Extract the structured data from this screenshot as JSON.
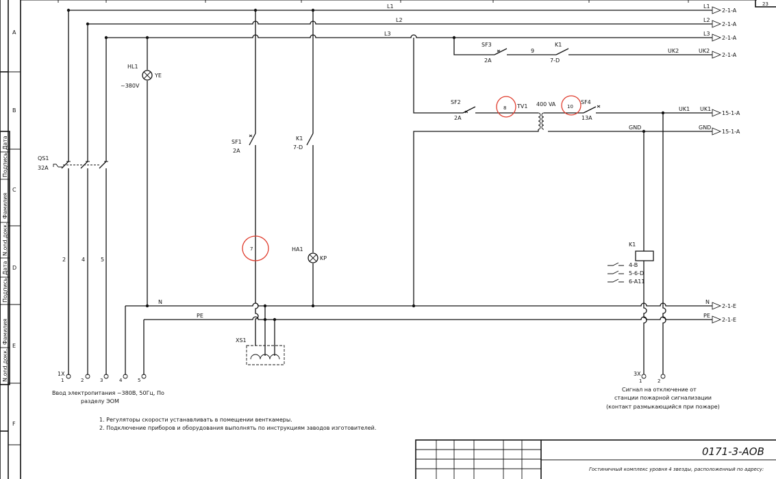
{
  "sheet": {
    "page_no": "23",
    "rows": [
      "A",
      "B",
      "C",
      "D",
      "E",
      "F"
    ],
    "side_stamp": [
      "Дата",
      "Подпись",
      "Фамилия",
      "N.ond.докк.",
      "Дата",
      "Подпись",
      "Фамилия",
      "N.ond.докк."
    ]
  },
  "buses": {
    "L1": "L1",
    "L2": "L2",
    "L3": "L3",
    "N": "N",
    "PE": "PE",
    "UK1": "UK1",
    "UK2": "UK2",
    "GND": "GND"
  },
  "refs": {
    "r_2_1_A": "2-1-A",
    "r_15_1_A": "15-1-A",
    "r_2_1_E": "2-1-E"
  },
  "components": {
    "HL1": "HL1",
    "YE": "YE",
    "v380": "~380V",
    "QS1": "QS1",
    "QS1_rating": "32A",
    "SF1": "SF1",
    "SF1_rating": "2A",
    "K1_contact": "K1",
    "K1_contact_ref": "7-D",
    "HA1": "HA1",
    "KP": "KP",
    "SF3": "SF3",
    "SF3_rating": "2A",
    "K1_top": "K1",
    "K1_top_ref": "7-D",
    "wire9": "9",
    "SF2": "SF2",
    "SF2_rating": "2A",
    "TV1": "TV1",
    "TV1_power": "400 VA",
    "SF4": "SF4",
    "SF4_rating": "13A",
    "K1_coil": "K1",
    "K1_c1": "4-B",
    "K1_c2": "5-6-D",
    "K1_c3": "6-A11",
    "XS1": "XS1"
  },
  "wire_numbers": [
    "2",
    "4",
    "5"
  ],
  "markers": {
    "m7": "7",
    "m8": "8",
    "m10": "10"
  },
  "terminals": {
    "X1": "1X",
    "X1_pins": [
      "1",
      "2",
      "3",
      "4",
      "5"
    ],
    "X3": "3X",
    "X3_pins": [
      "1",
      "2"
    ]
  },
  "captions": {
    "input_1": "Ввод электропитания ~380В, 50Гц, По",
    "input_2": "разделу ЭОМ",
    "signal_1": "Сигнал на отключение от",
    "signal_2": "станции пожарной сигнализации",
    "signal_3": "(контакт размыкающийся при пожаре)"
  },
  "notes": [
    "1. Регуляторы скорости устанавливать в помещении венткамеры.",
    "2. Подключение приборов и оборудования выполнять по инструкциям заводов изготовителей."
  ],
  "title_block": {
    "code": "0171-3-АОВ",
    "title": "Гостиничный комплекс уровня 4 звезды, расположенный по адресу:"
  },
  "colors": {
    "ink": "#111111",
    "marker": "#e03b2c",
    "paper": "#ffffff"
  }
}
